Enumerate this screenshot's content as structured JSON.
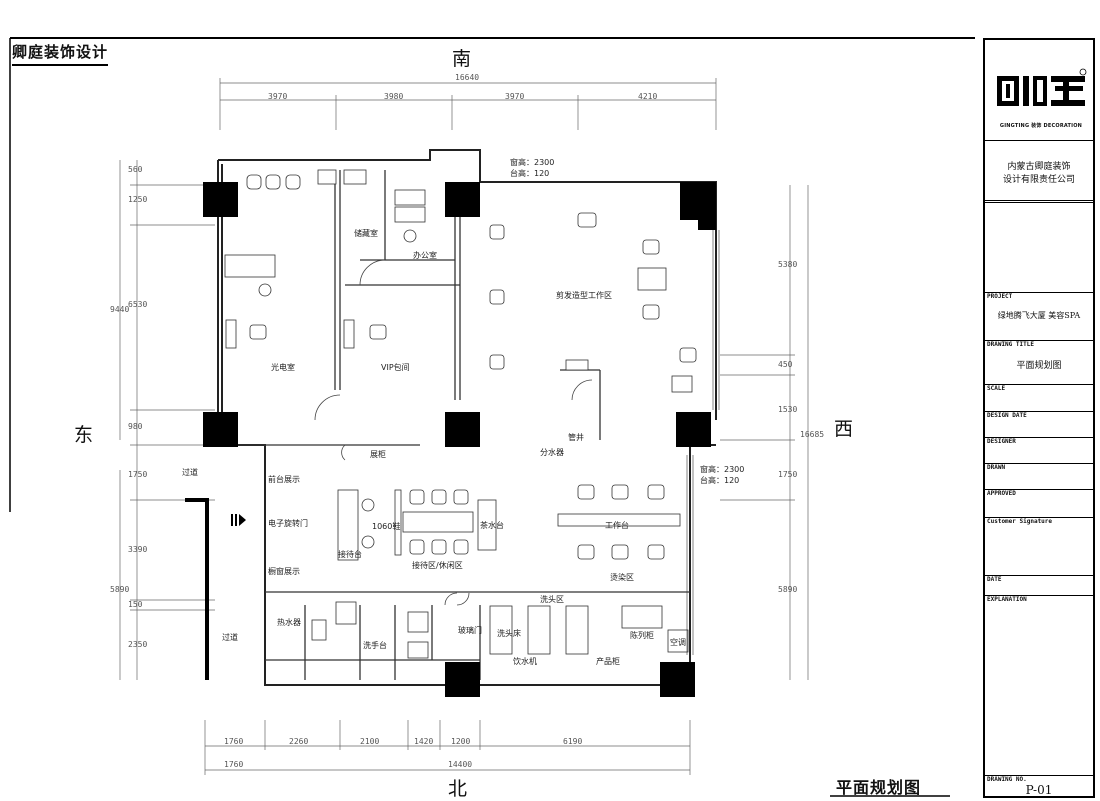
{
  "header": {
    "brand": "卿庭装饰设计"
  },
  "compass": {
    "south": "南",
    "north": "北",
    "east": "东",
    "west": "西"
  },
  "dimensions": {
    "top_total": "16640",
    "top": [
      "3970",
      "3980",
      "3970",
      "4210"
    ],
    "bottom": [
      "1760",
      "2260",
      "2100",
      "1420",
      "1200",
      "6190"
    ],
    "bottom2_left": "1760",
    "bottom_total": "14400",
    "left": [
      "560",
      "1250",
      "6530",
      "980",
      "1750",
      "3390",
      "150",
      "2350"
    ],
    "left_total_a": "9440",
    "left_total_b": "5890",
    "right": [
      "5380",
      "450",
      "1530",
      "1750"
    ],
    "right_total": "16685",
    "right_b": "5890"
  },
  "window_notes": [
    {
      "height": "窗高：2300",
      "sill": "台高：120"
    },
    {
      "height": "窗高：2300",
      "sill": "台高：120"
    }
  ],
  "rooms": {
    "storage": "储藏室",
    "office": "办公室",
    "optical": "光电室",
    "vip": "VIP包间",
    "hair_studio": "剪发造型工作区",
    "showcase": "展柜",
    "front_display": "前台展示",
    "electronic_door": "电子旋转门",
    "reception": "接待台",
    "rest_area": "接待区/休闲区",
    "perm_area": "烫染区",
    "wash_area": "洗头区",
    "basin": "洗手台",
    "water": "饮水机",
    "product": "产品柜",
    "walkway": "过道",
    "walkway2": "过道",
    "width_label": "1060鞋",
    "tea": "茶水台",
    "work_table": "工作台",
    "display_case": "陈列柜",
    "ac": "空调",
    "shaft": "管井",
    "wash_bed": "洗头床",
    "glass": "玻璃门",
    "water_heater": "热水器",
    "distributor": "分水器",
    "window_display": "橱窗展示"
  },
  "footer": {
    "plan_title": "平面规划图"
  },
  "title_block": {
    "company_line1": "内蒙古卿庭装饰",
    "company_line2": "设计有限责任公司",
    "logo_sub": "GINGTING 装饰 DECORATION",
    "project_label": "PROJECT",
    "project_value": "绿地腾飞大厦 美容SPA",
    "drawing_title_label": "DRAWING TITLE",
    "drawing_title_value": "平面规划图",
    "scale_label": "SCALE",
    "design_date_label": "DESIGN DATE",
    "designer_label": "DESIGNER",
    "drawn_label": "DRAWN",
    "approved_label": "APPROVED",
    "customer_label": "Customer Signature",
    "date_label": "DATE",
    "explanation_label": "EXPLANATION",
    "drawing_no_label": "DRAWING NO.",
    "drawing_no_value": "P-01"
  }
}
